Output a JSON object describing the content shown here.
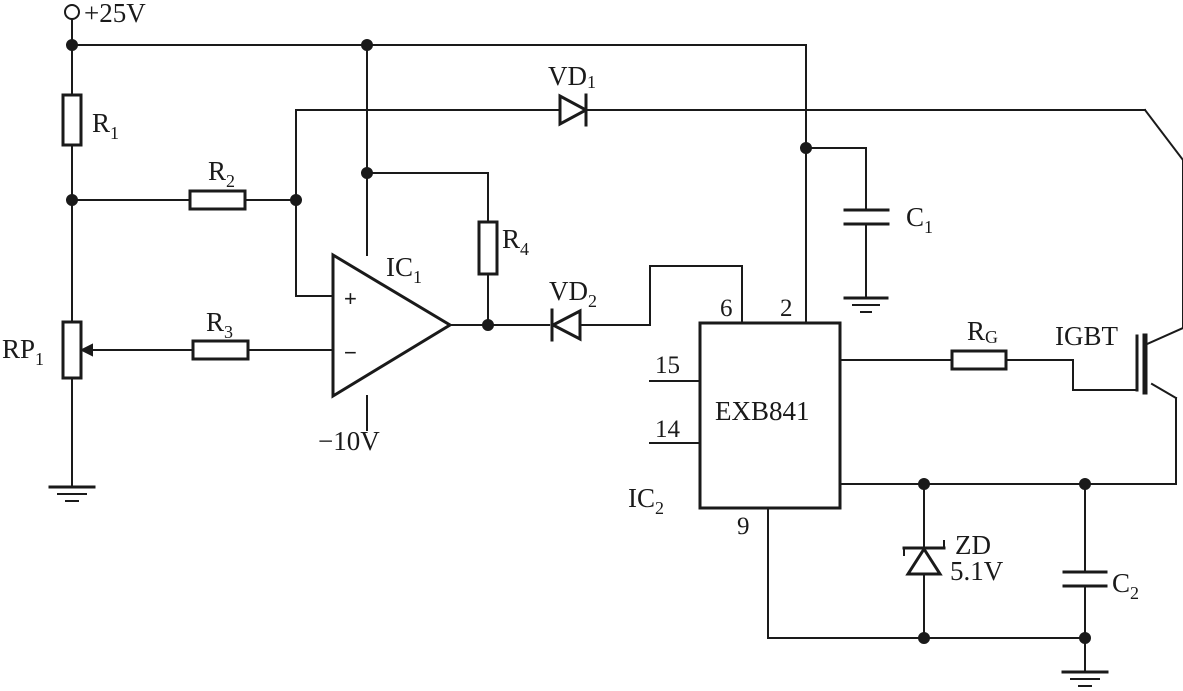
{
  "supply": {
    "label": "+25V"
  },
  "negative_supply": {
    "label": "−10V"
  },
  "resistors": {
    "r1": {
      "main": "R",
      "sub": "1"
    },
    "r2": {
      "main": "R",
      "sub": "2"
    },
    "r3": {
      "main": "R",
      "sub": "3"
    },
    "r4": {
      "main": "R",
      "sub": "4"
    },
    "rg": {
      "main": "R",
      "sub": "G"
    },
    "rp1": {
      "main": "RP",
      "sub": "1"
    }
  },
  "diodes": {
    "vd1": {
      "main": "VD",
      "sub": "1"
    },
    "vd2": {
      "main": "VD",
      "sub": "2"
    },
    "zd": {
      "name": "ZD",
      "value": "5.1V"
    }
  },
  "capacitors": {
    "c1": {
      "main": "C",
      "sub": "1"
    },
    "c2": {
      "main": "C",
      "sub": "2"
    }
  },
  "opamp": {
    "designator": {
      "main": "IC",
      "sub": "1"
    },
    "plus": "+",
    "minus": "−"
  },
  "driver": {
    "part": "EXB841",
    "designator": {
      "main": "IC",
      "sub": "2"
    },
    "pins": {
      "p6": "6",
      "p2": "2",
      "p15": "15",
      "p14": "14",
      "p9": "9"
    }
  },
  "transistor": {
    "label": "IGBT"
  }
}
